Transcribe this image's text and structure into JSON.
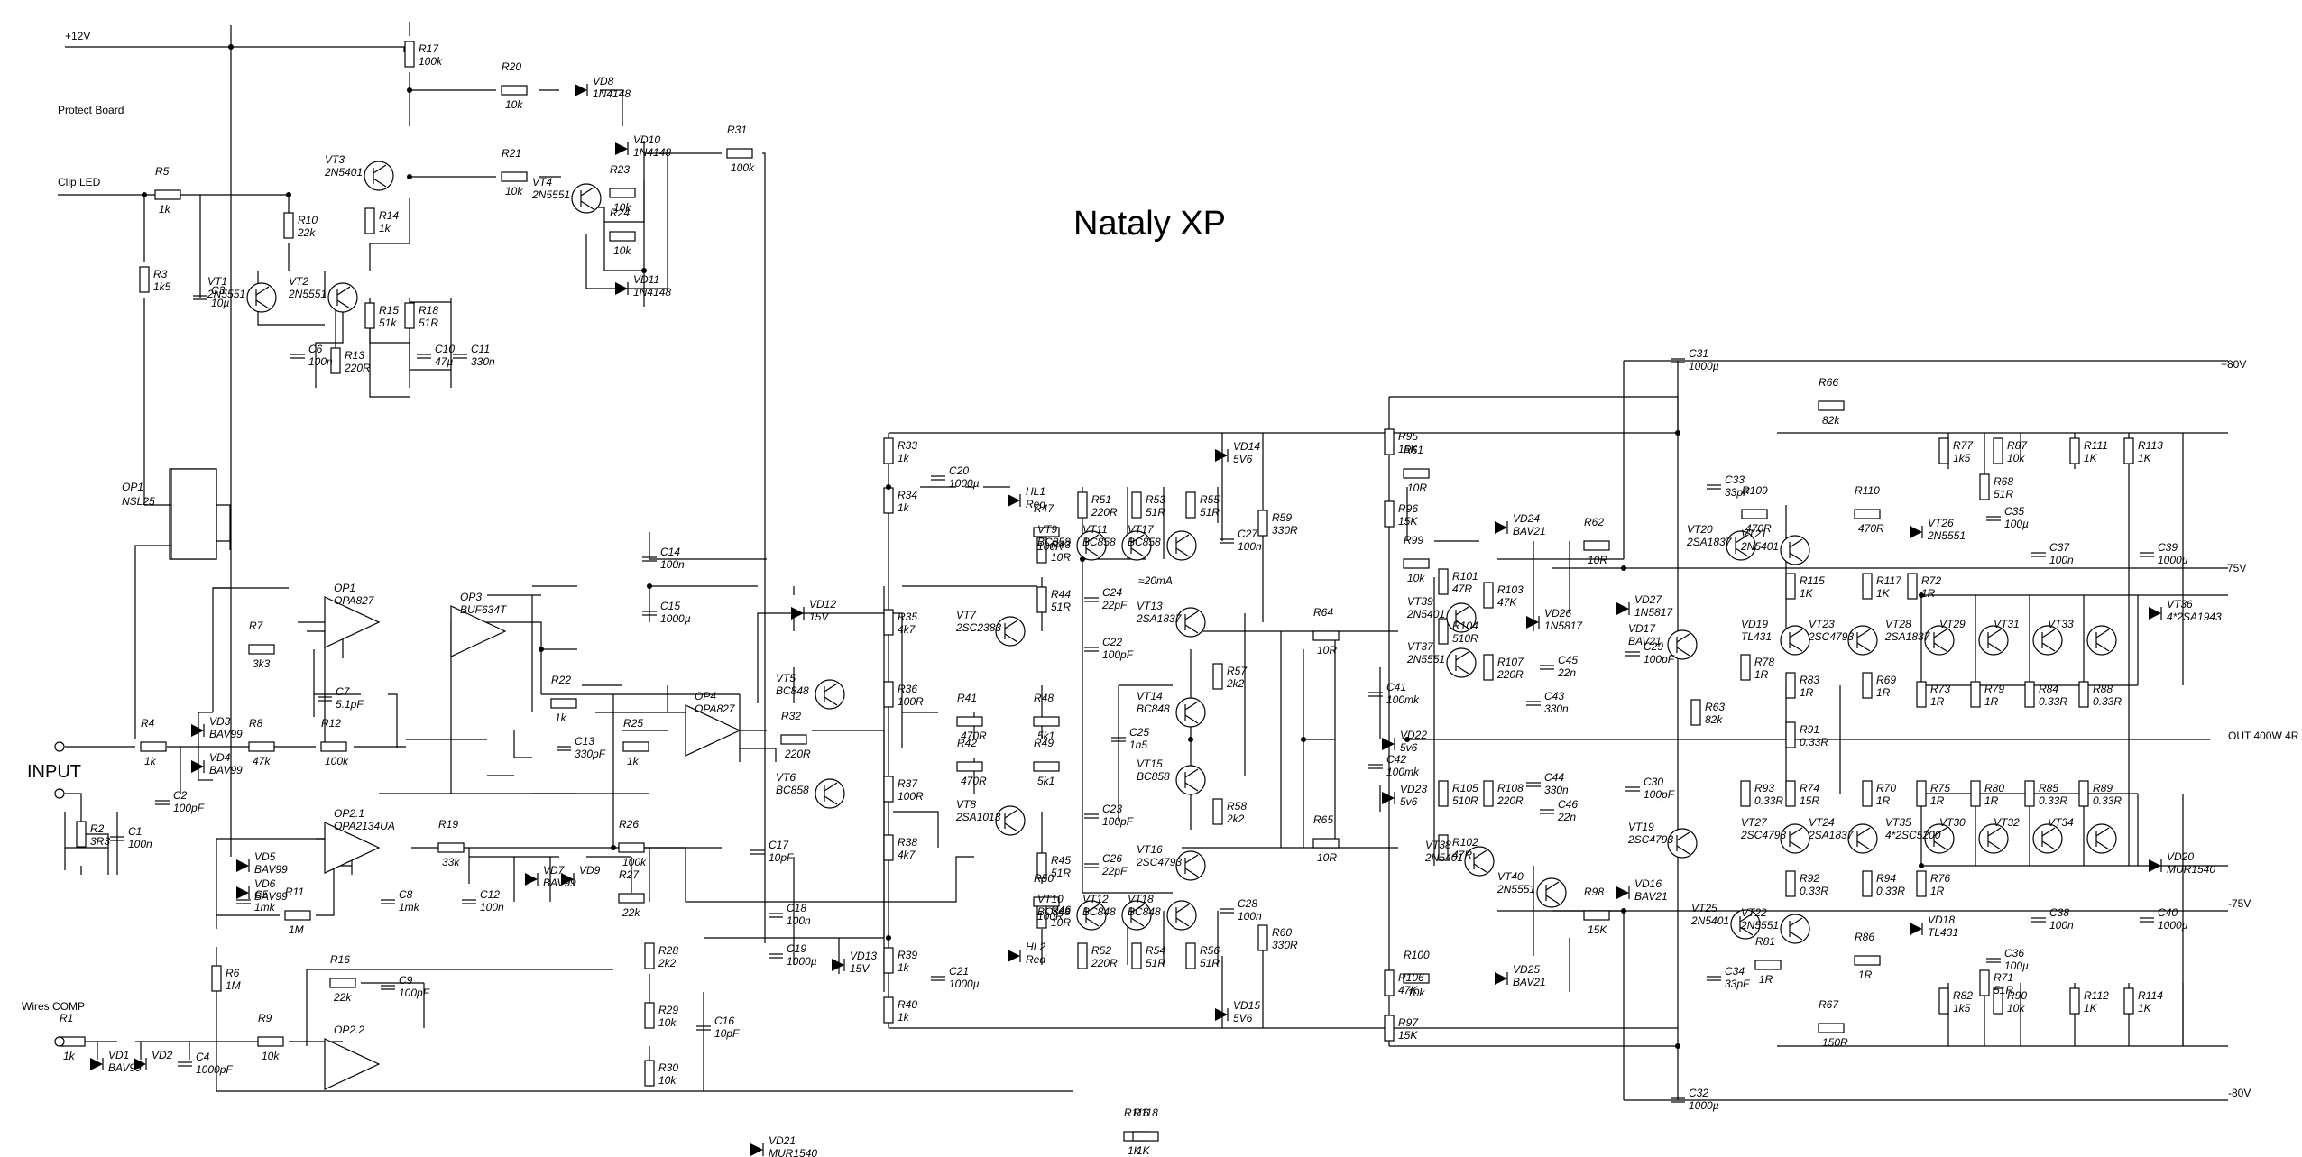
{
  "title": "Nataly XP",
  "io": {
    "p12": "+12V",
    "protect": "Protect Board",
    "clip": "Clip LED",
    "input": "INPUT",
    "wires": "Wires COMP",
    "p80": "+80V",
    "p75": "+75V",
    "out": "OUT 400W 4R",
    "m75": "-75V",
    "m80": "-80V"
  },
  "resistors": [
    {
      "ref": "R17",
      "val": "100k"
    },
    {
      "ref": "R20",
      "val": "10k"
    },
    {
      "ref": "R21",
      "val": "10k"
    },
    {
      "ref": "R23",
      "val": "10k"
    },
    {
      "ref": "R24",
      "val": "10k"
    },
    {
      "ref": "R31",
      "val": "100k"
    },
    {
      "ref": "R5",
      "val": "1k"
    },
    {
      "ref": "R10",
      "val": "22k"
    },
    {
      "ref": "R14",
      "val": "1k"
    },
    {
      "ref": "R3",
      "val": "1k5"
    },
    {
      "ref": "R15",
      "val": "51k"
    },
    {
      "ref": "R18",
      "val": "51R"
    },
    {
      "ref": "R13",
      "val": "220R"
    },
    {
      "ref": "R7",
      "val": "3k3"
    },
    {
      "ref": "R8",
      "val": "47k"
    },
    {
      "ref": "R12",
      "val": "100k"
    },
    {
      "ref": "R4",
      "val": "1k"
    },
    {
      "ref": "R2",
      "val": "3R3"
    },
    {
      "ref": "R22",
      "val": "1k"
    },
    {
      "ref": "R25",
      "val": "1k"
    },
    {
      "ref": "R32",
      "val": "220R"
    },
    {
      "ref": "R11",
      "val": "1M"
    },
    {
      "ref": "R6",
      "val": "1M"
    },
    {
      "ref": "R19",
      "val": "33k"
    },
    {
      "ref": "R26",
      "val": "100k"
    },
    {
      "ref": "R27",
      "val": "22k"
    },
    {
      "ref": "R28",
      "val": "2k2"
    },
    {
      "ref": "R29",
      "val": "10k"
    },
    {
      "ref": "R30",
      "val": "10k"
    },
    {
      "ref": "R16",
      "val": "22k"
    },
    {
      "ref": "R9",
      "val": "10k"
    },
    {
      "ref": "R1",
      "val": "1k"
    },
    {
      "ref": "R33",
      "val": "1k"
    },
    {
      "ref": "R34",
      "val": "1k"
    },
    {
      "ref": "R35",
      "val": "4k7"
    },
    {
      "ref": "R36",
      "val": "100R"
    },
    {
      "ref": "R37",
      "val": "100R"
    },
    {
      "ref": "R38",
      "val": "4k7"
    },
    {
      "ref": "R39",
      "val": "1k"
    },
    {
      "ref": "R40",
      "val": "1k"
    },
    {
      "ref": "R43",
      "val": "10R"
    },
    {
      "ref": "R44",
      "val": "51R"
    },
    {
      "ref": "R47",
      "val": "100R"
    },
    {
      "ref": "R41",
      "val": "470R"
    },
    {
      "ref": "R48",
      "val": "5k1"
    },
    {
      "ref": "R42",
      "val": "470R"
    },
    {
      "ref": "R49",
      "val": "5k1"
    },
    {
      "ref": "R45",
      "val": "51R"
    },
    {
      "ref": "R46",
      "val": "10R"
    },
    {
      "ref": "R50",
      "val": "100R"
    },
    {
      "ref": "R51",
      "val": "220R"
    },
    {
      "ref": "R53",
      "val": "51R"
    },
    {
      "ref": "R55",
      "val": "51R"
    },
    {
      "ref": "R52",
      "val": "220R"
    },
    {
      "ref": "R54",
      "val": "51R"
    },
    {
      "ref": "R56",
      "val": "51R"
    },
    {
      "ref": "R57",
      "val": "2k2"
    },
    {
      "ref": "R58",
      "val": "2k2"
    },
    {
      "ref": "R59",
      "val": "330R"
    },
    {
      "ref": "R60",
      "val": "330R"
    },
    {
      "ref": "R64",
      "val": "10R"
    },
    {
      "ref": "R65",
      "val": "10R"
    },
    {
      "ref": "R95",
      "val": "15K"
    },
    {
      "ref": "R61",
      "val": "10R"
    },
    {
      "ref": "R96",
      "val": "15K"
    },
    {
      "ref": "R99",
      "val": "10k"
    },
    {
      "ref": "R101",
      "val": "47R"
    },
    {
      "ref": "R103",
      "val": "47K"
    },
    {
      "ref": "R104",
      "val": "510R"
    },
    {
      "ref": "R107",
      "val": "220R"
    },
    {
      "ref": "R105",
      "val": "510R"
    },
    {
      "ref": "R108",
      "val": "220R"
    },
    {
      "ref": "R102",
      "val": "47R"
    },
    {
      "ref": "R100",
      "val": "10k"
    },
    {
      "ref": "R106",
      "val": "47K"
    },
    {
      "ref": "R97",
      "val": "15K"
    },
    {
      "ref": "R62",
      "val": "10R"
    },
    {
      "ref": "R98",
      "val": "15K"
    },
    {
      "ref": "R63",
      "val": "82k"
    },
    {
      "ref": "R66",
      "val": "82k"
    },
    {
      "ref": "R67",
      "val": "150R"
    },
    {
      "ref": "R109",
      "val": "470R"
    },
    {
      "ref": "R110",
      "val": "470R"
    },
    {
      "ref": "R68",
      "val": "51R"
    },
    {
      "ref": "R77",
      "val": "1k5"
    },
    {
      "ref": "R87",
      "val": "10k"
    },
    {
      "ref": "R111",
      "val": "1K"
    },
    {
      "ref": "R113",
      "val": "1K"
    },
    {
      "ref": "R115",
      "val": "1K"
    },
    {
      "ref": "R117",
      "val": "1K"
    },
    {
      "ref": "R72",
      "val": "1R"
    },
    {
      "ref": "R78",
      "val": "1R"
    },
    {
      "ref": "R83",
      "val": "1R"
    },
    {
      "ref": "R69",
      "val": "1R"
    },
    {
      "ref": "R73",
      "val": "1R"
    },
    {
      "ref": "R79",
      "val": "1R"
    },
    {
      "ref": "R84",
      "val": "0.33R"
    },
    {
      "ref": "R88",
      "val": "0.33R"
    },
    {
      "ref": "R91",
      "val": "0.33R"
    },
    {
      "ref": "R93",
      "val": "0.33R"
    },
    {
      "ref": "R74",
      "val": "15R"
    },
    {
      "ref": "R70",
      "val": "1R"
    },
    {
      "ref": "R75",
      "val": "1R"
    },
    {
      "ref": "R80",
      "val": "1R"
    },
    {
      "ref": "R85",
      "val": "0.33R"
    },
    {
      "ref": "R89",
      "val": "0.33R"
    },
    {
      "ref": "R92",
      "val": "0.33R"
    },
    {
      "ref": "R94",
      "val": "0.33R"
    },
    {
      "ref": "R76",
      "val": "1R"
    },
    {
      "ref": "R81",
      "val": "1R"
    },
    {
      "ref": "R86",
      "val": "1R"
    },
    {
      "ref": "R71",
      "val": "51R"
    },
    {
      "ref": "R82",
      "val": "1k5"
    },
    {
      "ref": "R90",
      "val": "10k"
    },
    {
      "ref": "R112",
      "val": "1K"
    },
    {
      "ref": "R114",
      "val": "1K"
    },
    {
      "ref": "R116",
      "val": "1K"
    },
    {
      "ref": "R118",
      "val": "1K"
    }
  ],
  "capacitors": [
    {
      "ref": "C3",
      "val": "10µ"
    },
    {
      "ref": "C6",
      "val": "100n"
    },
    {
      "ref": "C10",
      "val": "47µ"
    },
    {
      "ref": "C11",
      "val": "330n"
    },
    {
      "ref": "C14",
      "val": "100n"
    },
    {
      "ref": "C15",
      "val": "1000µ"
    },
    {
      "ref": "C7",
      "val": "5.1pF"
    },
    {
      "ref": "C13",
      "val": "330pF"
    },
    {
      "ref": "C2",
      "val": "100pF"
    },
    {
      "ref": "C1",
      "val": "100n"
    },
    {
      "ref": "C5",
      "val": "1mk"
    },
    {
      "ref": "C8",
      "val": "1mk"
    },
    {
      "ref": "C12",
      "val": "100n"
    },
    {
      "ref": "C9",
      "val": "100pF"
    },
    {
      "ref": "C17",
      "val": "10pF"
    },
    {
      "ref": "C18",
      "val": "100n"
    },
    {
      "ref": "C19",
      "val": "1000µ"
    },
    {
      "ref": "C16",
      "val": "10pF"
    },
    {
      "ref": "C4",
      "val": "1000pF"
    },
    {
      "ref": "C20",
      "val": "1000µ"
    },
    {
      "ref": "C21",
      "val": "1000µ"
    },
    {
      "ref": "C22",
      "val": "100pF"
    },
    {
      "ref": "C23",
      "val": "100pF"
    },
    {
      "ref": "C24",
      "val": "22pF"
    },
    {
      "ref": "C25",
      "val": "1n5"
    },
    {
      "ref": "C26",
      "val": "22pF"
    },
    {
      "ref": "C27",
      "val": "100n"
    },
    {
      "ref": "C28",
      "val": "100n"
    },
    {
      "ref": "C41",
      "val": "100mk"
    },
    {
      "ref": "C42",
      "val": "100mk"
    },
    {
      "ref": "C43",
      "val": "330n"
    },
    {
      "ref": "C44",
      "val": "330n"
    },
    {
      "ref": "C45",
      "val": "22n"
    },
    {
      "ref": "C46",
      "val": "22n"
    },
    {
      "ref": "C29",
      "val": "100pF"
    },
    {
      "ref": "C30",
      "val": "100pF"
    },
    {
      "ref": "C31",
      "val": "1000µ"
    },
    {
      "ref": "C32",
      "val": "1000µ"
    },
    {
      "ref": "C33",
      "val": "33pF"
    },
    {
      "ref": "C34",
      "val": "33pF"
    },
    {
      "ref": "C35",
      "val": "100µ"
    },
    {
      "ref": "C36",
      "val": "100µ"
    },
    {
      "ref": "C37",
      "val": "100n"
    },
    {
      "ref": "C38",
      "val": "100n"
    },
    {
      "ref": "C39",
      "val": "1000µ"
    },
    {
      "ref": "C40",
      "val": "1000µ"
    }
  ],
  "semis": [
    {
      "ref": "VD8",
      "val": "1N4148"
    },
    {
      "ref": "VD10",
      "val": "1N4148"
    },
    {
      "ref": "VD11",
      "val": "1N4148"
    },
    {
      "ref": "VT3",
      "val": "2N5401"
    },
    {
      "ref": "VT4",
      "val": "2N5551"
    },
    {
      "ref": "VT2",
      "val": "2N5551"
    },
    {
      "ref": "VT1",
      "val": "2N5551"
    },
    {
      "ref": "OP1",
      "val": "NSL25"
    },
    {
      "ref": "OP1",
      "val": "OPA827"
    },
    {
      "ref": "OP3",
      "val": "BUF634T"
    },
    {
      "ref": "OP4",
      "val": "OPA827"
    },
    {
      "ref": "OP2.1",
      "val": "OPA2134UA"
    },
    {
      "ref": "OP2.2",
      "val": ""
    },
    {
      "ref": "VD3",
      "val": "BAV99"
    },
    {
      "ref": "VD4",
      "val": "BAV99"
    },
    {
      "ref": "VD5",
      "val": "BAV99"
    },
    {
      "ref": "VD6",
      "val": "BAV99"
    },
    {
      "ref": "VD7",
      "val": "BAV99"
    },
    {
      "ref": "VD9",
      "val": ""
    },
    {
      "ref": "VD1",
      "val": "BAV99"
    },
    {
      "ref": "VD2",
      "val": ""
    },
    {
      "ref": "VD12",
      "val": "15V"
    },
    {
      "ref": "VD13",
      "val": "15V"
    },
    {
      "ref": "VT5",
      "val": "BC848"
    },
    {
      "ref": "VT6",
      "val": "BC858"
    },
    {
      "ref": "VT7",
      "val": "2SC2383"
    },
    {
      "ref": "VT8",
      "val": "2SA1013"
    },
    {
      "ref": "HL1",
      "val": "Red"
    },
    {
      "ref": "HL2",
      "val": "Red"
    },
    {
      "ref": "VT9",
      "val": "BC858"
    },
    {
      "ref": "VT11",
      "val": "BC858"
    },
    {
      "ref": "VT17",
      "val": "BC858"
    },
    {
      "ref": "VT10",
      "val": "BC848"
    },
    {
      "ref": "VT12",
      "val": "BC848"
    },
    {
      "ref": "VT18",
      "val": "BC848"
    },
    {
      "ref": "VD14",
      "val": "5V6"
    },
    {
      "ref": "VD15",
      "val": "5V6"
    },
    {
      "ref": "VT13",
      "val": "2SA1837"
    },
    {
      "ref": "VT14",
      "val": "BC848"
    },
    {
      "ref": "VT15",
      "val": "BC858"
    },
    {
      "ref": "VT16",
      "val": "2SC4793"
    },
    {
      "ref": "VD24",
      "val": "BAV21"
    },
    {
      "ref": "VD25",
      "val": "BAV21"
    },
    {
      "ref": "VT39",
      "val": "2N5401"
    },
    {
      "ref": "VT37",
      "val": "2N5551"
    },
    {
      "ref": "VD26",
      "val": "1N5817"
    },
    {
      "ref": "VD22",
      "val": "5v6"
    },
    {
      "ref": "VD23",
      "val": "5v6"
    },
    {
      "ref": "VT38",
      "val": "2N5401"
    },
    {
      "ref": "VT40",
      "val": "2N5551"
    },
    {
      "ref": "VD27",
      "val": "1N5817"
    },
    {
      "ref": "VD16",
      "val": "BAV21"
    },
    {
      "ref": "VD17",
      "val": "BAV21"
    },
    {
      "ref": "VT19",
      "val": "2SC4793"
    },
    {
      "ref": "VT20",
      "val": "2SA1837"
    },
    {
      "ref": "VT21",
      "val": "2N5401"
    },
    {
      "ref": "VT25",
      "val": "2N5401"
    },
    {
      "ref": "VT22",
      "val": "2N5551"
    },
    {
      "ref": "VT26",
      "val": "2N5551"
    },
    {
      "ref": "VD18",
      "val": "TL431"
    },
    {
      "ref": "VD19",
      "val": "TL431"
    },
    {
      "ref": "VT23",
      "val": "2SC4793"
    },
    {
      "ref": "VT27",
      "val": "2SC4793"
    },
    {
      "ref": "VT24",
      "val": "2SA1837"
    },
    {
      "ref": "VT28",
      "val": "2SA1837"
    },
    {
      "ref": "VT29",
      "val": ""
    },
    {
      "ref": "VT31",
      "val": ""
    },
    {
      "ref": "VT33",
      "val": ""
    },
    {
      "ref": "VT35",
      "val": "4*2SC5200"
    },
    {
      "ref": "VT30",
      "val": ""
    },
    {
      "ref": "VT32",
      "val": ""
    },
    {
      "ref": "VT34",
      "val": ""
    },
    {
      "ref": "VT36",
      "val": "4*2SA1943"
    },
    {
      "ref": "VD20",
      "val": "MUR1540"
    },
    {
      "ref": "VD21",
      "val": "MUR1540"
    }
  ],
  "notes": {
    "current": "≈20mA"
  }
}
